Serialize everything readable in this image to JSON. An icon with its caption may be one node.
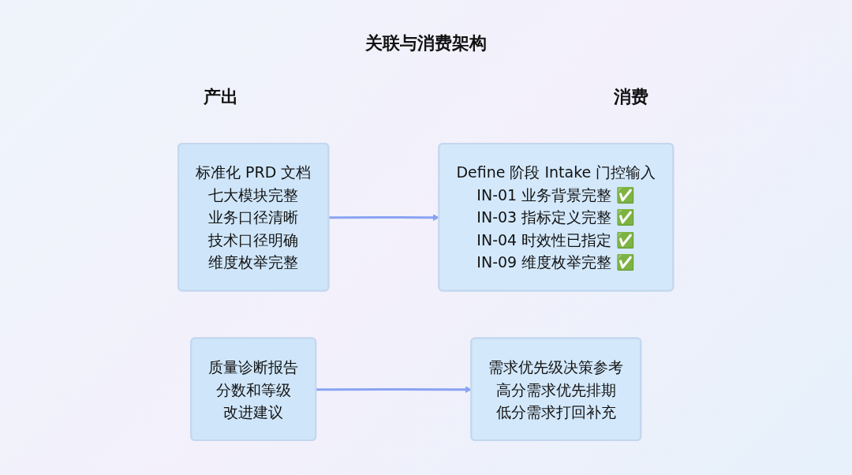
{
  "diagram": {
    "title": "关联与消费架构",
    "nodes": [
      {
        "text": [
          "标准化 PRD 文档",
          "七大模块完整",
          "业务口径清晰",
          "技术口径明确",
          "维度枚举完整"
        ]
      },
      {
        "text": [
          "Define 阶段 Intake 门控输入",
          "IN-01 业务背景完整 ✅",
          "IN-03 指标定义完整 ✅",
          "IN-04 时效性已指定 ✅",
          "IN-09 维度枚举完整 ✅"
        ]
      },
      {
        "text": [
          "质量诊断报告",
          "分数和等级",
          "改进建议"
        ]
      },
      {
        "text": [
          "需求优先级决策参考",
          "高分需求优先排期",
          "低分需求打回补充"
        ]
      }
    ],
    "edges": [
      {
        "from": 0,
        "to": 1,
        "arrow": "to"
      },
      {
        "from": 2,
        "to": 3,
        "arrow": "to"
      }
    ],
    "labels": [
      "产出",
      "消费"
    ]
  }
}
